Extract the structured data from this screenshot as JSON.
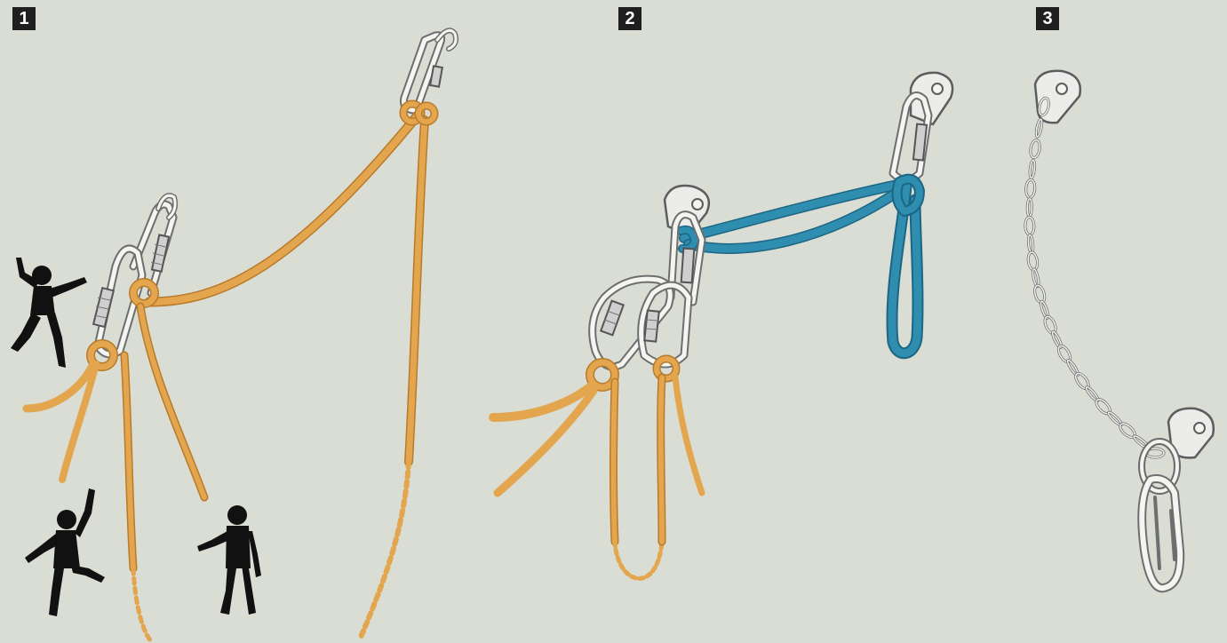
{
  "panels": [
    {
      "label": "1"
    },
    {
      "label": "2"
    },
    {
      "label": "3"
    }
  ],
  "colors": {
    "background": "#d9ddd4",
    "rope": "#e3a64f",
    "sling": "#2f8db0",
    "metal": "#f4f4f1",
    "climber": "#111111",
    "badge": "#1f1f1f"
  },
  "icons": [
    "carabiner-icon",
    "hanger-icon",
    "chain-icon",
    "climber-icon",
    "rope-icon",
    "sling-icon"
  ]
}
